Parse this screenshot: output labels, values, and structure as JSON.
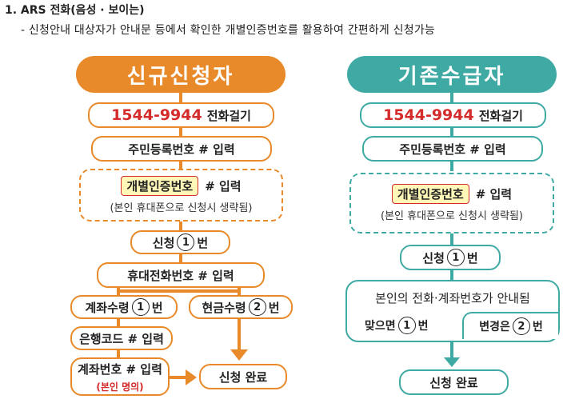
{
  "heading": "1. ARS 전화(음성 · 보이는)",
  "description": "- 신청안내 대상자가 안내문 등에서 확인한 개별인증번호를 활용하여 간편하게 신청가능",
  "colors": {
    "new": "#e8892a",
    "existing": "#3fa9a4",
    "highlight": "#d42b2b"
  },
  "new": {
    "header": "신규신청자",
    "phone": "1544-9944",
    "call": "전화걸기",
    "rrn": "주민등록번호 # 입력",
    "auth_pill": "개별인증번호",
    "auth_input": "# 입력",
    "auth_note": "(본인 휴대폰으로 신청시 생략됨)",
    "apply_a": "신청",
    "apply_num": "1",
    "apply_b": "번",
    "mobile": "휴대전화번호 # 입력",
    "acct_a": "계좌수령",
    "acct_num": "1",
    "acct_b": "번",
    "cash_a": "현금수령",
    "cash_num": "2",
    "cash_b": "번",
    "bank": "은행코드 # 입력",
    "acctno": "계좌번호 # 입력",
    "acctno_note": "(본인 명의)",
    "done": "신청 완료"
  },
  "existing": {
    "header": "기존수급자",
    "phone": "1544-9944",
    "call": "전화걸기",
    "rrn": "주민등록번호 # 입력",
    "auth_pill": "개별인증번호",
    "auth_input": "# 입력",
    "auth_note": "(본인 휴대폰으로 신청시 생략됨)",
    "apply_a": "신청",
    "apply_num": "1",
    "apply_b": "번",
    "guide": "본인의 전화·계좌번호가 안내됨",
    "ok_a": "맞으면",
    "ok_num": "1",
    "ok_b": "번",
    "change_a": "변경은",
    "change_num": "2",
    "change_b": "번",
    "done": "신청 완료"
  }
}
